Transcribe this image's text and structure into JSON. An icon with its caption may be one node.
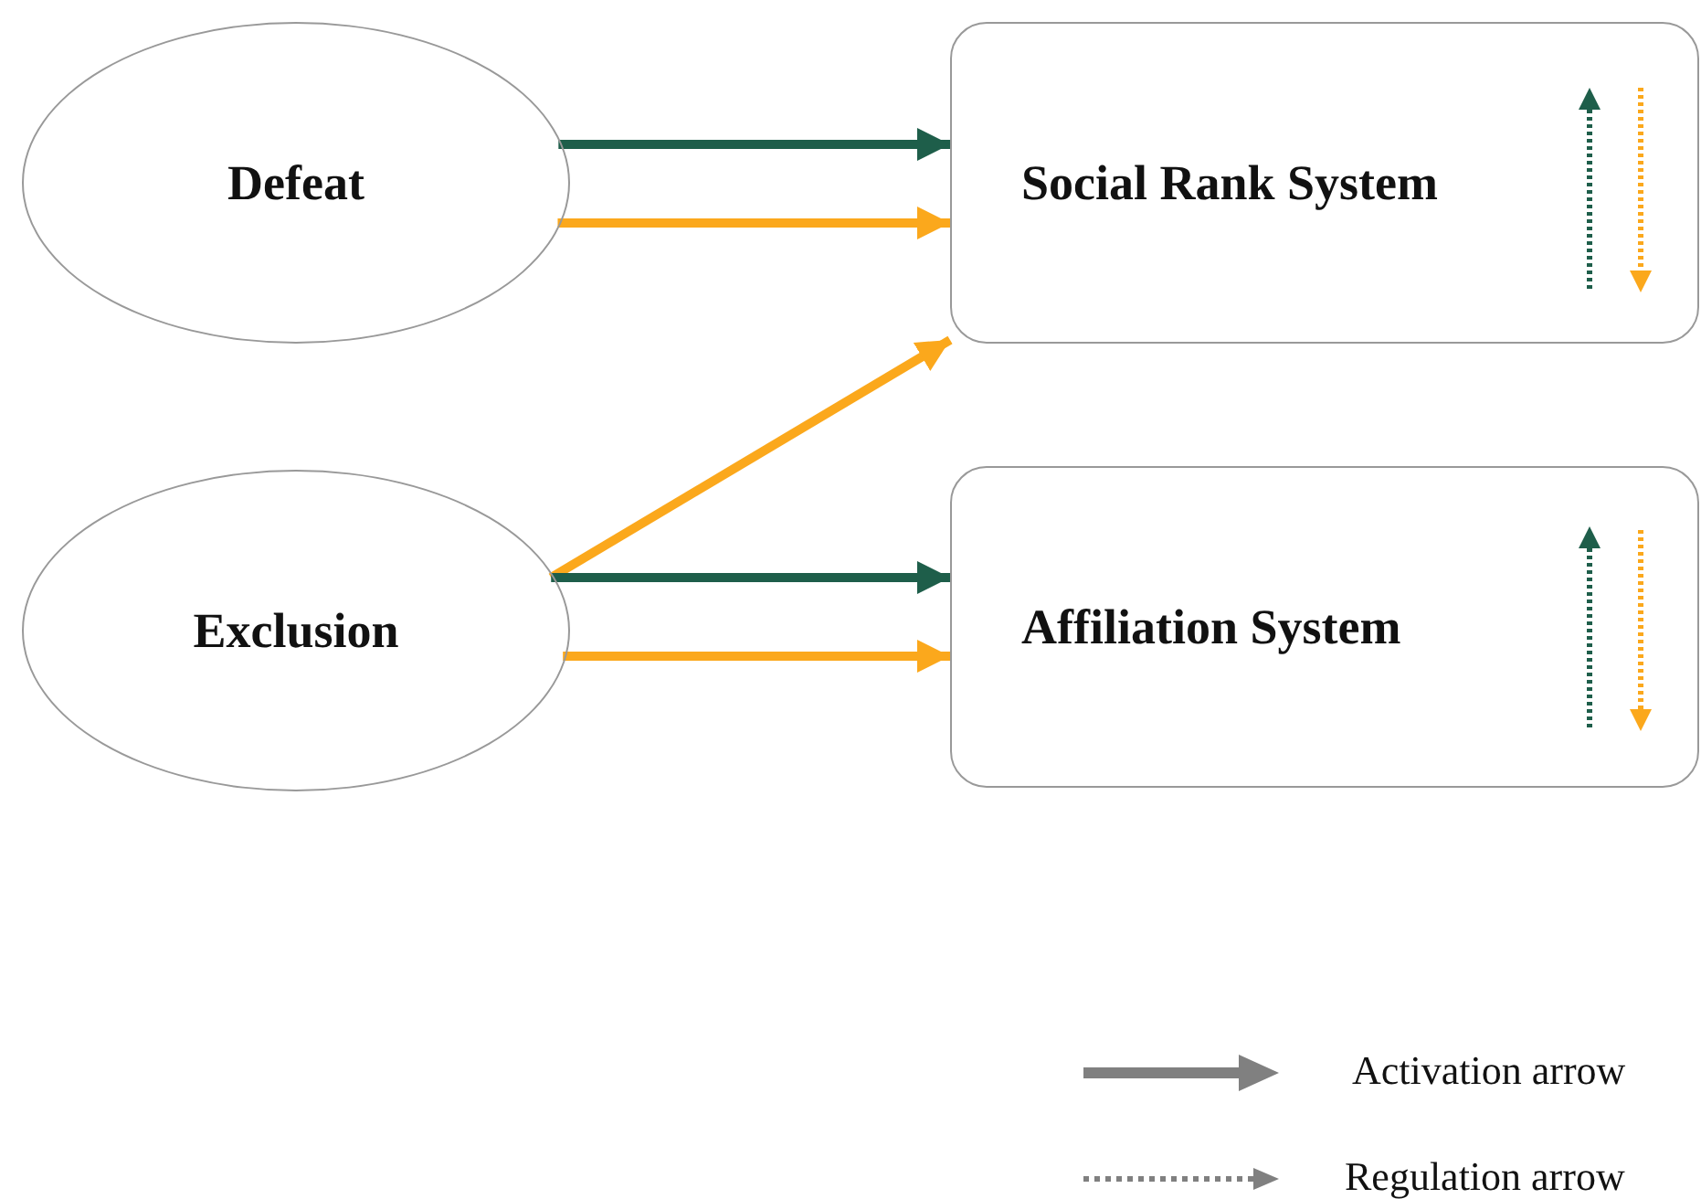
{
  "diagram": {
    "nodes": [
      {
        "text": [
          "Defeat"
        ]
      },
      {
        "text": [
          "Social Rank System"
        ]
      },
      {
        "text": [
          "Exclusion"
        ]
      },
      {
        "text": [
          "Affiliation System"
        ]
      }
    ],
    "edges": [
      {
        "from": 0,
        "to": 1,
        "arrow": "to",
        "color": "#1e5e4a"
      },
      {
        "from": 0,
        "to": 1,
        "arrow": "to",
        "color": "#fba81c"
      },
      {
        "from": 2,
        "to": 1,
        "arrow": "to",
        "color": "#fba81c"
      },
      {
        "from": 2,
        "to": 3,
        "arrow": "to",
        "color": "#1e5e4a"
      },
      {
        "from": 2,
        "to": 3,
        "arrow": "to",
        "color": "#fba81c"
      }
    ],
    "legend": [
      {
        "text": "Activation arrow"
      },
      {
        "text": "Regulation arrow"
      }
    ]
  }
}
